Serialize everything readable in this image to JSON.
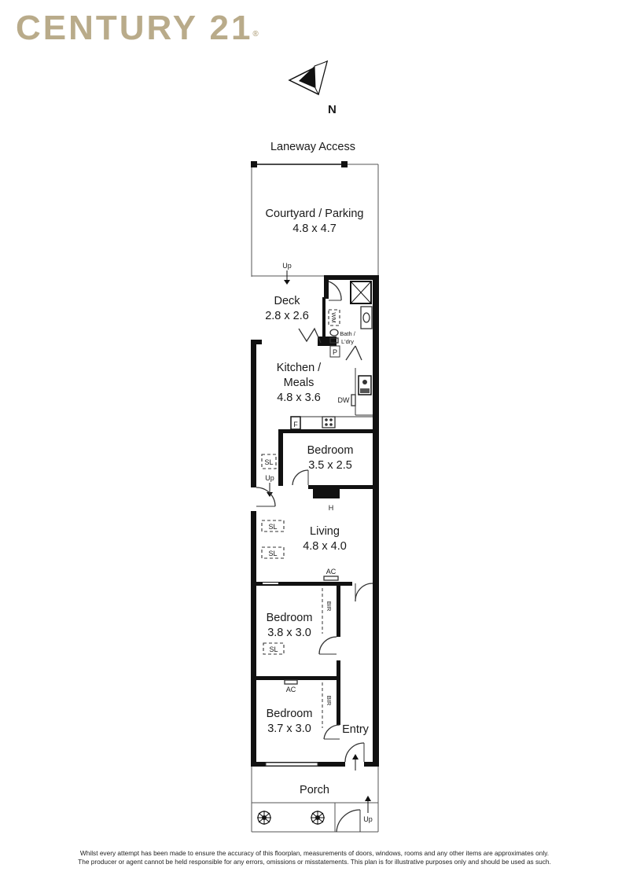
{
  "brand": {
    "name": "CENTURY 21",
    "mark": "®",
    "color": "#b9ab8a"
  },
  "compass": {
    "label": "N",
    "icon": "north-arrow-icon"
  },
  "labels": {
    "laneway": "Laneway Access",
    "porch": "Porch",
    "entry": "Entry",
    "up": "Up",
    "skylight": "SL",
    "heater": "H",
    "aircon": "AC",
    "fridge": "F",
    "pantry": "P",
    "dishwasher": "DW",
    "washing_machine": "WM",
    "robe": "BIR",
    "bath_laundry_1": "Bath /",
    "bath_laundry_2": "L'dry"
  },
  "rooms": {
    "courtyard": {
      "name": "Courtyard / Parking",
      "size": "4.8 x 4.7"
    },
    "deck": {
      "name": "Deck",
      "size": "2.8 x 2.6"
    },
    "kitchen": {
      "name_1": "Kitchen /",
      "name_2": "Meals",
      "size": "4.8 x 3.6"
    },
    "bedroom_rear": {
      "name": "Bedroom",
      "size": "3.5 x 2.5"
    },
    "living": {
      "name": "Living",
      "size": "4.8 x 4.0"
    },
    "bedroom_mid": {
      "name": "Bedroom",
      "size": "3.8 x 3.0"
    },
    "bedroom_front": {
      "name": "Bedroom",
      "size": "3.7 x 3.0"
    }
  },
  "disclaimer": {
    "line1": "Whilst every attempt has been made to ensure the accuracy of this floorplan, measurements of doors, windows, rooms and any other items are approximates only.",
    "line2": "The producer or agent cannot be held responsible for any errors, omissions or misstatements. This plan is for illustrative purposes only and should be used as such."
  }
}
